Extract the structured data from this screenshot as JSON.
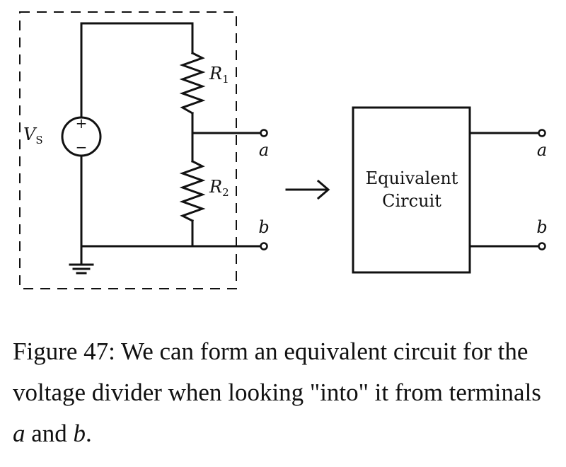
{
  "circuit": {
    "source_label": "V",
    "source_subscript": "S",
    "plus": "+",
    "minus": "−",
    "r1_label": "R",
    "r1_subscript": "1",
    "r2_label": "R",
    "r2_subscript": "2",
    "terminal_a": "a",
    "terminal_b": "b"
  },
  "arrow": "⟶",
  "block": {
    "line1": "Equivalent",
    "line2": "Circuit",
    "terminal_a": "a",
    "terminal_b": "b"
  },
  "caption": {
    "prefix": "Figure 47: We can form an equivalent circuit for the voltage divider when looking \"into\" it from terminals ",
    "term_a": "a",
    "middle": " and ",
    "term_b": "b",
    "suffix": "."
  }
}
